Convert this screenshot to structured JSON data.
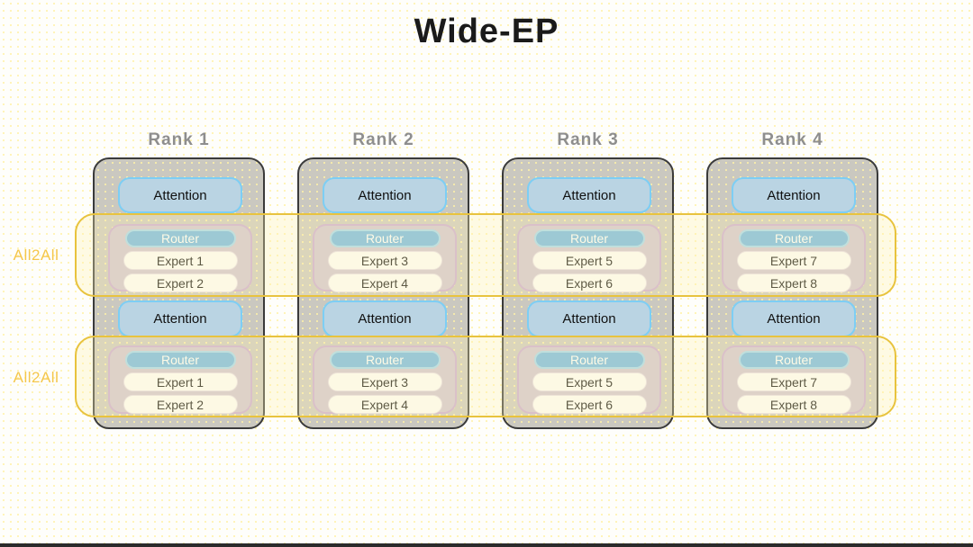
{
  "title": "Wide-EP",
  "bands": [
    {
      "label": "All2All"
    },
    {
      "label": "All2All"
    }
  ],
  "ranks": [
    {
      "label": "Rank 1",
      "layers": [
        {
          "attention": "Attention",
          "router": "Router",
          "experts": [
            "Expert 1",
            "Expert 2"
          ]
        },
        {
          "attention": "Attention",
          "router": "Router",
          "experts": [
            "Expert 1",
            "Expert 2"
          ]
        }
      ]
    },
    {
      "label": "Rank 2",
      "layers": [
        {
          "attention": "Attention",
          "router": "Router",
          "experts": [
            "Expert 3",
            "Expert 4"
          ]
        },
        {
          "attention": "Attention",
          "router": "Router",
          "experts": [
            "Expert 3",
            "Expert 4"
          ]
        }
      ]
    },
    {
      "label": "Rank 3",
      "layers": [
        {
          "attention": "Attention",
          "router": "Router",
          "experts": [
            "Expert 5",
            "Expert 6"
          ]
        },
        {
          "attention": "Attention",
          "router": "Router",
          "experts": [
            "Expert 5",
            "Expert 6"
          ]
        }
      ]
    },
    {
      "label": "Rank 4",
      "layers": [
        {
          "attention": "Attention",
          "router": "Router",
          "experts": [
            "Expert 7",
            "Expert 8"
          ]
        },
        {
          "attention": "Attention",
          "router": "Router",
          "experts": [
            "Expert 7",
            "Expert 8"
          ]
        }
      ]
    }
  ],
  "colors": {
    "page_bg": "#fefefb",
    "dot": "#fff1a8",
    "title": "#1a1a1a",
    "rank_label": "#8e8e8e",
    "rank_fill": "#cac8c0",
    "rank_border": "#3a3a3a",
    "attention_fill": "#bad4e3",
    "attention_border": "#7dcef4",
    "band_border": "#e8c33e",
    "band_fill": "rgba(255,244,178,0.32)",
    "all2all_text": "#f5c74b",
    "moe_fill": "#cfc3d3",
    "moe_border": "#c9a8d4",
    "router_fill": "#6fb5e5",
    "router_border": "#a2d6f1",
    "router_text": "#ffffff",
    "expert_fill": "#fdfdfd",
    "expert_border": "#e6deea",
    "text": "#111111",
    "footer_bar": "#2b2b2b"
  }
}
